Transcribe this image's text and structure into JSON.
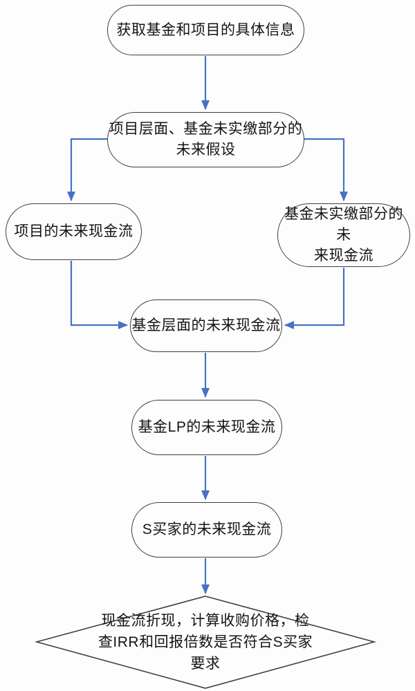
{
  "diagram": {
    "type": "flowchart",
    "language": "zh-CN",
    "colors": {
      "arrow": "#4472C4",
      "node_border": "#3f3f3f",
      "text": "#141414",
      "background": "#fdfdfd"
    },
    "nodes": [
      {
        "id": "info",
        "shape": "stadium",
        "label": "获取基金和项目的具体信息"
      },
      {
        "id": "assumption",
        "shape": "stadium",
        "label": "项目层面、基金未实缴部分的\n未来假设"
      },
      {
        "id": "project-cf",
        "shape": "stadium",
        "label": "项目的未来现金流"
      },
      {
        "id": "fund-unpaid-cf",
        "shape": "stadium",
        "label": "基金未实缴部分的未\n来现金流"
      },
      {
        "id": "fund-cf",
        "shape": "stadium",
        "label": "基金层面的未来现金流"
      },
      {
        "id": "lp-cf",
        "shape": "stadium",
        "label": "基金LP的未来现金流"
      },
      {
        "id": "sbuyer-cf",
        "shape": "stadium",
        "label": "S买家的未来现金流"
      },
      {
        "id": "decision",
        "shape": "diamond",
        "label": "现金流折现，计算收购价格，检\n查IRR和回报倍数是否符合S买家\n要求"
      }
    ],
    "edges": [
      {
        "from": "info",
        "to": "assumption"
      },
      {
        "from": "assumption",
        "to": "project-cf"
      },
      {
        "from": "assumption",
        "to": "fund-unpaid-cf"
      },
      {
        "from": "project-cf",
        "to": "fund-cf"
      },
      {
        "from": "fund-unpaid-cf",
        "to": "fund-cf"
      },
      {
        "from": "fund-cf",
        "to": "lp-cf"
      },
      {
        "from": "lp-cf",
        "to": "sbuyer-cf"
      },
      {
        "from": "sbuyer-cf",
        "to": "decision"
      }
    ]
  }
}
